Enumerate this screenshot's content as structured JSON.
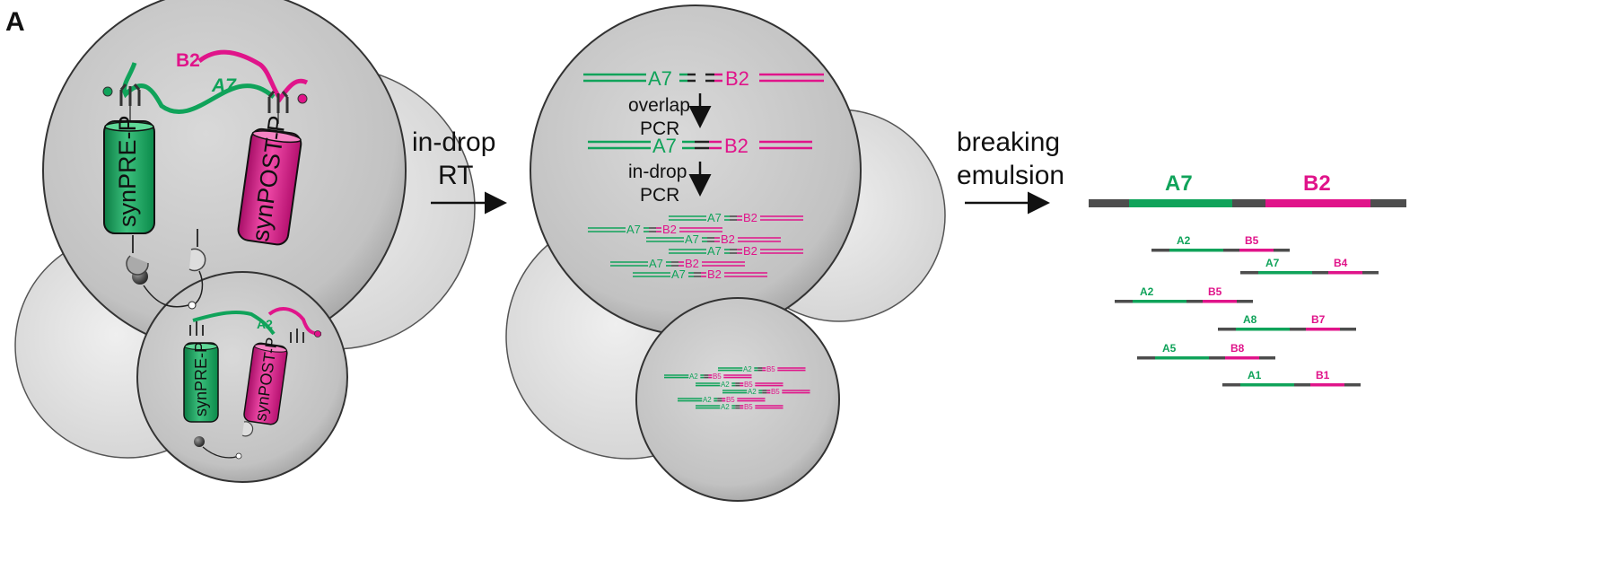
{
  "panel": {
    "letter": "A"
  },
  "colors": {
    "green": "#10a35a",
    "magenta": "#e0148a",
    "linker": "#4d4d4d",
    "droplet": "#bdbdbd",
    "droplet_light": "#e4e4e4"
  },
  "step1": {
    "droplets": {
      "large": {
        "pre_label": "synPRE-P",
        "post_label": "synPOST-P",
        "a_barcode": "A7",
        "b_barcode": "B2"
      },
      "small": {
        "pre_label": "synPRE-P",
        "post_label": "synPOST-P",
        "a_barcode": "A2"
      }
    }
  },
  "arrow1": {
    "line1": "in-drop",
    "line2": "RT"
  },
  "step2": {
    "top_a": "A7",
    "top_b": "B2",
    "overlap_line1": "overlap",
    "overlap_line2": "PCR",
    "fused_a": "A7",
    "fused_b": "B2",
    "indrop_line1": "in-drop",
    "indrop_line2": "PCR",
    "copy_a": "A7",
    "copy_b": "B2",
    "small_copy_a": "A2",
    "small_copy_b": "B5"
  },
  "arrow2": {
    "line1": "breaking",
    "line2": "emulsion"
  },
  "step3": {
    "main": {
      "a": "A7",
      "b": "B2"
    },
    "pairs": [
      {
        "a": "A2",
        "b": "B5"
      },
      {
        "a": "A7",
        "b": "B4"
      },
      {
        "a": "A2",
        "b": "B5"
      },
      {
        "a": "A8",
        "b": "B7"
      },
      {
        "a": "A5",
        "b": "B8"
      },
      {
        "a": "A1",
        "b": "B1"
      }
    ]
  }
}
